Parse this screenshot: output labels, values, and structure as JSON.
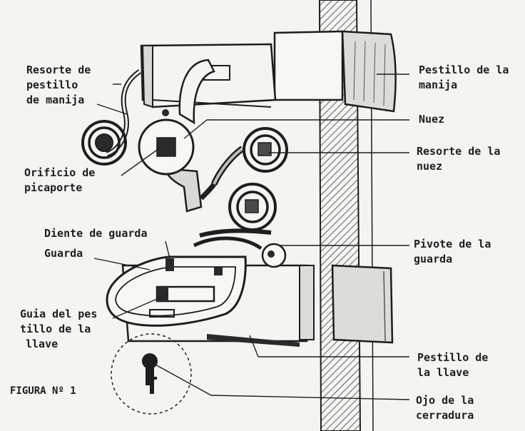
{
  "labels": {
    "handle_latch_spring": [
      "Resorte de",
      "pestillo",
      "de manija"
    ],
    "latch_hole": [
      "Orificio de",
      "picaporte"
    ],
    "guard_tooth": [
      "Diente de guarda"
    ],
    "guard": [
      "Guarda"
    ],
    "key_bolt_guide": [
      "Guia del pes",
      "tillo de la",
      "llave"
    ],
    "handle_latch": [
      "Pestillo de la",
      "manija"
    ],
    "follower": [
      "Nuez"
    ],
    "follower_spring": [
      "Resorte de la",
      "nuez"
    ],
    "guard_pivot": [
      "Pivote de la",
      "guarda"
    ],
    "key_bolt": [
      "Pestillo de",
      "la llave"
    ],
    "keyhole": [
      "Ojo de la",
      "cerradura"
    ]
  },
  "figure_caption": "FIGURA Nº 1",
  "colors": {
    "ink": "#1e1e1e",
    "paper": "#f4f4f1",
    "hatch": "#3a3a3a"
  }
}
